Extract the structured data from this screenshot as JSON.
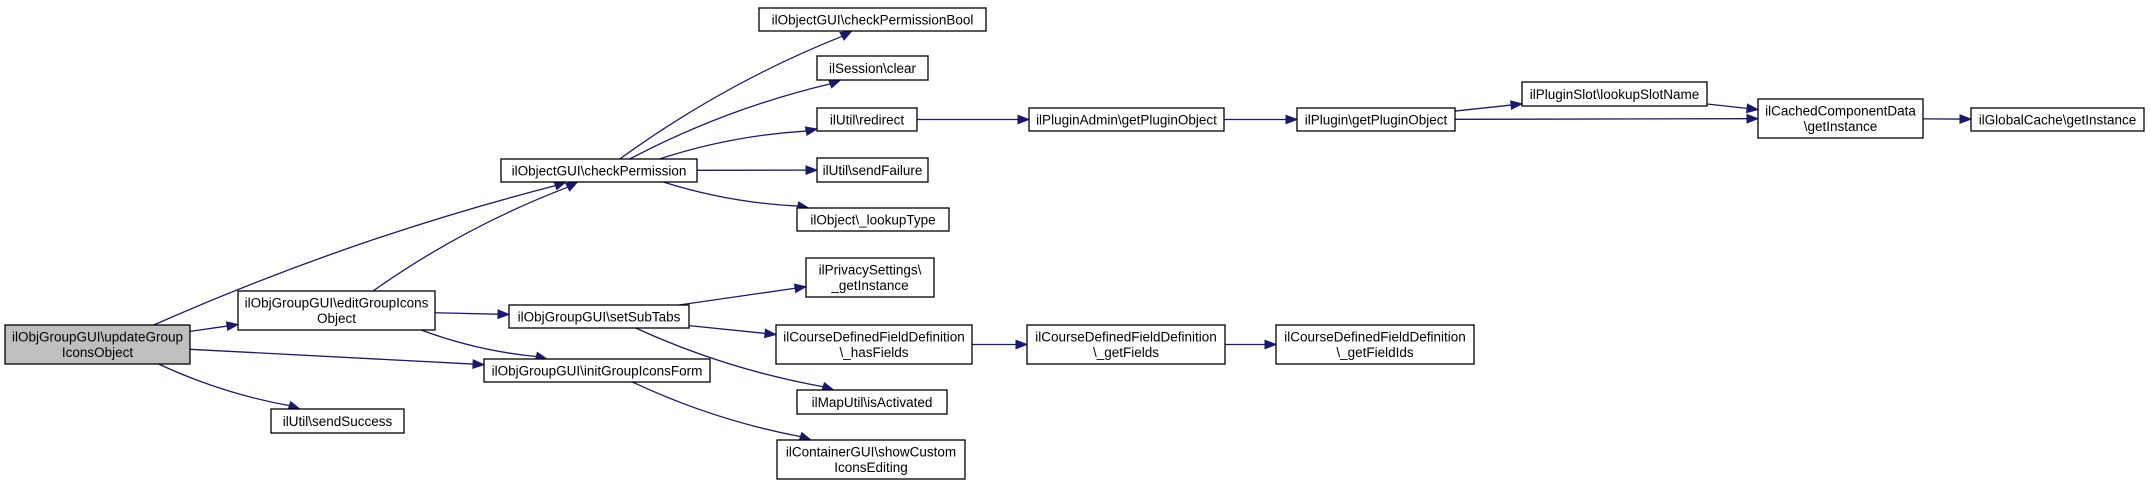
{
  "diagram": {
    "type": "call-graph",
    "nodes": [
      {
        "id": "n1",
        "lines": [
          "ilObjGroupGUI\\updateGroup",
          "IconsObject"
        ],
        "root": true
      },
      {
        "id": "n2",
        "lines": [
          "ilObjectGUI\\checkPermission"
        ]
      },
      {
        "id": "n3",
        "lines": [
          "ilObjGroupGUI\\editGroupIcons",
          "Object"
        ]
      },
      {
        "id": "n4",
        "lines": [
          "ilObjGroupGUI\\initGroupIconsForm"
        ]
      },
      {
        "id": "n5",
        "lines": [
          "ilUtil\\sendSuccess"
        ]
      },
      {
        "id": "n6",
        "lines": [
          "ilObjectGUI\\checkPermissionBool"
        ]
      },
      {
        "id": "n7",
        "lines": [
          "ilSession\\clear"
        ]
      },
      {
        "id": "n8",
        "lines": [
          "ilUtil\\redirect"
        ]
      },
      {
        "id": "n9",
        "lines": [
          "ilUtil\\sendFailure"
        ]
      },
      {
        "id": "n10",
        "lines": [
          "ilObject\\_lookupType"
        ]
      },
      {
        "id": "n11",
        "lines": [
          "ilObjGroupGUI\\setSubTabs"
        ]
      },
      {
        "id": "n12",
        "lines": [
          "ilContainerGUI\\showCustom",
          "IconsEditing"
        ]
      },
      {
        "id": "n13",
        "lines": [
          "ilPluginAdmin\\getPluginObject"
        ]
      },
      {
        "id": "n14",
        "lines": [
          "ilPlugin\\getPluginObject"
        ]
      },
      {
        "id": "n15",
        "lines": [
          "ilPluginSlot\\lookupSlotName"
        ]
      },
      {
        "id": "n16",
        "lines": [
          "ilCachedComponentData",
          "\\getInstance"
        ]
      },
      {
        "id": "n17",
        "lines": [
          "ilGlobalCache\\getInstance"
        ]
      },
      {
        "id": "n18",
        "lines": [
          "ilPrivacySettings\\",
          "_getInstance"
        ]
      },
      {
        "id": "n19",
        "lines": [
          "ilCourseDefinedFieldDefinition",
          "\\_hasFields"
        ]
      },
      {
        "id": "n20",
        "lines": [
          "ilMapUtil\\isActivated"
        ]
      },
      {
        "id": "n21",
        "lines": [
          "ilCourseDefinedFieldDefinition",
          "\\_getFields"
        ]
      },
      {
        "id": "n22",
        "lines": [
          "ilCourseDefinedFieldDefinition",
          "\\_getFieldIds"
        ]
      }
    ],
    "edges": [
      {
        "from": "n1",
        "to": "n2"
      },
      {
        "from": "n1",
        "to": "n3"
      },
      {
        "from": "n1",
        "to": "n4"
      },
      {
        "from": "n1",
        "to": "n5"
      },
      {
        "from": "n2",
        "to": "n6"
      },
      {
        "from": "n2",
        "to": "n7"
      },
      {
        "from": "n2",
        "to": "n8"
      },
      {
        "from": "n2",
        "to": "n9"
      },
      {
        "from": "n2",
        "to": "n10"
      },
      {
        "from": "n3",
        "to": "n2"
      },
      {
        "from": "n3",
        "to": "n11"
      },
      {
        "from": "n3",
        "to": "n4"
      },
      {
        "from": "n4",
        "to": "n12"
      },
      {
        "from": "n8",
        "to": "n13"
      },
      {
        "from": "n13",
        "to": "n14"
      },
      {
        "from": "n14",
        "to": "n15"
      },
      {
        "from": "n14",
        "to": "n16"
      },
      {
        "from": "n15",
        "to": "n16"
      },
      {
        "from": "n16",
        "to": "n17"
      },
      {
        "from": "n11",
        "to": "n18"
      },
      {
        "from": "n11",
        "to": "n19"
      },
      {
        "from": "n11",
        "to": "n20"
      },
      {
        "from": "n19",
        "to": "n21"
      },
      {
        "from": "n21",
        "to": "n22"
      }
    ]
  }
}
